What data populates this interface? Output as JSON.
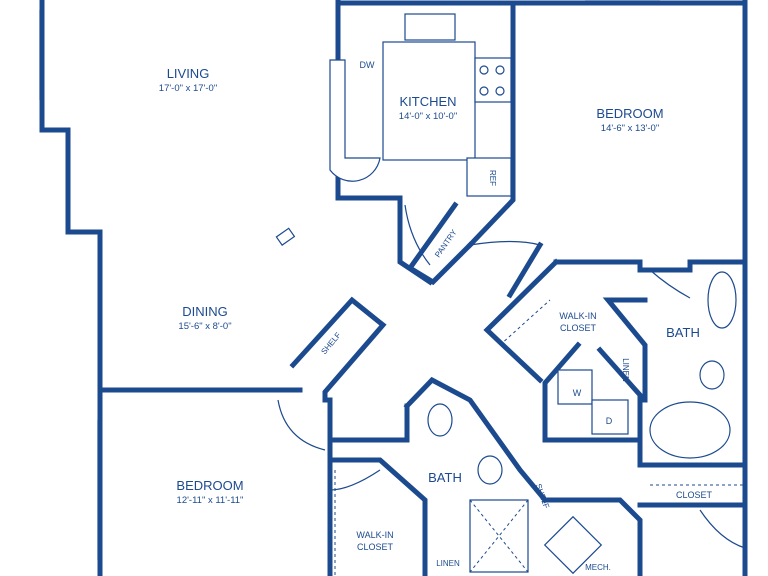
{
  "rooms": {
    "living": {
      "name": "LIVING",
      "dims": "17'-0\" x 17'-0\""
    },
    "kitchen": {
      "name": "KITCHEN",
      "dims": "14'-0\" x 10'-0\""
    },
    "bedroom_main": {
      "name": "BEDROOM",
      "dims": "14'-6\" x 13'-0\""
    },
    "dining": {
      "name": "DINING",
      "dims": "15'-6\" x 8'-0\""
    },
    "bedroom_second": {
      "name": "BEDROOM",
      "dims": "12'-11\" x 11'-11\""
    },
    "bath_main": {
      "name": "BATH"
    },
    "bath_second": {
      "name": "BATH"
    },
    "walkin_closet_main": {
      "line1": "WALK-IN",
      "line2": "CLOSET"
    },
    "walkin_closet_second": {
      "line1": "WALK-IN",
      "line2": "CLOSET"
    },
    "closet": {
      "name": "CLOSET"
    }
  },
  "fixtures": {
    "dishwasher": "DW",
    "refrigerator": "REF",
    "pantry": "PANTRY",
    "shelf_dining": "SHELF",
    "shelf_bath": "SHELF",
    "linen_upper": "LINEN",
    "linen_lower": "LINEN",
    "washer": "W",
    "dryer": "D",
    "mechanical": "MECH."
  },
  "colors": {
    "line": "#1c4a8f",
    "background": "#ffffff"
  }
}
